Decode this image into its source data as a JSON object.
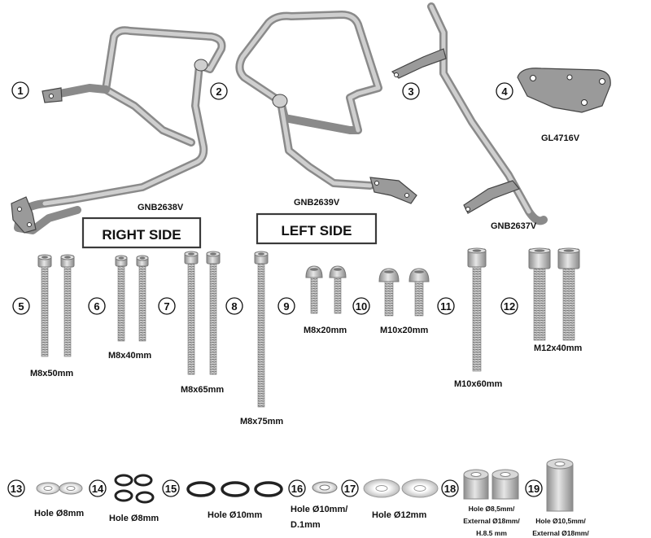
{
  "parts": {
    "brackets": {
      "gnb2638v": "GNB2638V",
      "gnb2639v": "GNB2639V",
      "gnb2637v": "GNB2637V",
      "gl4716v": "GL4716V"
    },
    "side_labels": {
      "right": "RIGHT SIDE",
      "left": "LEFT SIDE"
    },
    "numbers": [
      "1",
      "2",
      "3",
      "4",
      "5",
      "6",
      "7",
      "8",
      "9",
      "10",
      "11",
      "12",
      "13",
      "14",
      "15",
      "16",
      "17",
      "18",
      "19"
    ],
    "screws": {
      "s5": "M8x50mm",
      "s6": "M8x40mm",
      "s7": "M8x65mm",
      "s8": "M8x75mm",
      "s9": "M8x20mm",
      "s10": "M10x20mm",
      "s12": "M12x40mm",
      "s11": "M10x60mm"
    },
    "washers": {
      "w13": "Hole Ø8mm",
      "w14": "Hole Ø8mm",
      "w15": "Hole Ø10mm",
      "w16_line1": "Hole Ø10mm/",
      "w16_line2": "D.1mm",
      "w17": "Hole Ø12mm",
      "w18_line1": "Hole Ø8,5mm/",
      "w18_line2": "External Ø18mm/",
      "w18_line3": "H.8.5 mm",
      "w19_line1": "Hole Ø10,5mm/",
      "w19_line2": "External Ø18mm/"
    }
  }
}
